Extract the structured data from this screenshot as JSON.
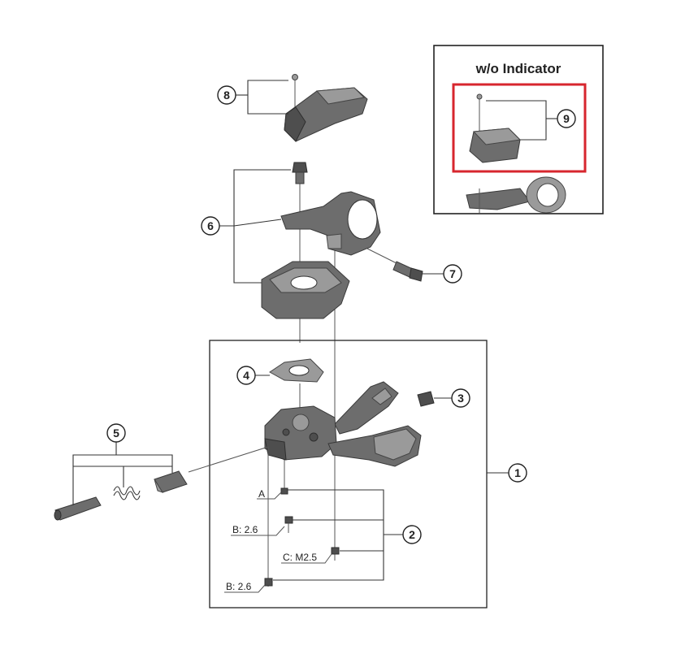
{
  "inset": {
    "title": "w/o Indicator",
    "highlight_color": "#d7262e"
  },
  "callouts": {
    "c1": "1",
    "c2": "2",
    "c3": "3",
    "c4": "4",
    "c5": "5",
    "c6": "6",
    "c7": "7",
    "c8": "8",
    "c9": "9"
  },
  "bolt_labels": {
    "a": "A",
    "b_upper": "B: 2.6",
    "c": "C: M2.5",
    "b_lower": "B: 2.6"
  }
}
